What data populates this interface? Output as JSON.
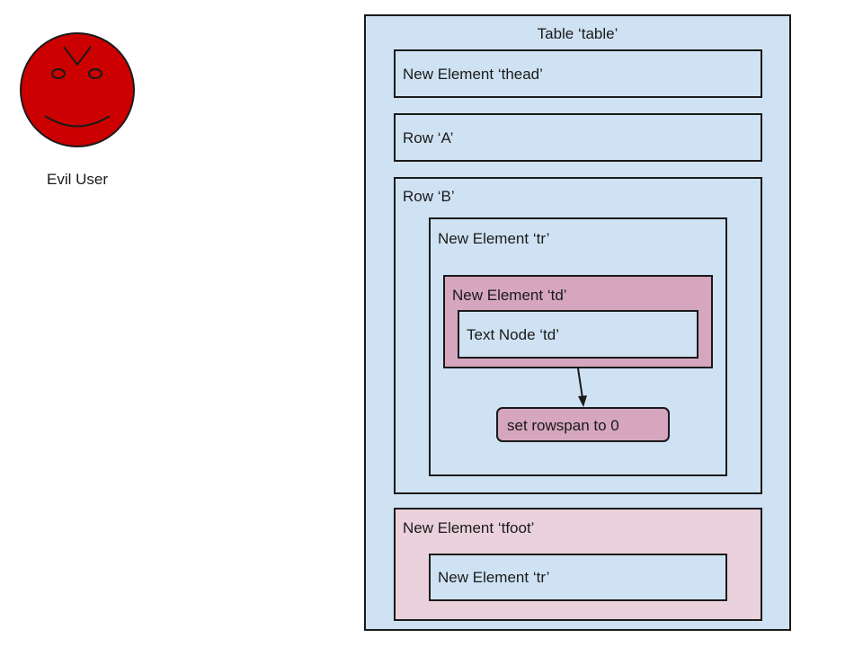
{
  "actor": {
    "name": "Evil User",
    "icon": "evil-face-icon",
    "face_color": "#cc0000"
  },
  "diagram": {
    "table_label": "Table ‘table’",
    "thead_label": "New Element ‘thead’",
    "row_a_label": "Row ‘A’",
    "row_b_label": "Row ‘B’",
    "tr_label": "New Element ‘tr’",
    "td_label": "New Element ‘td’",
    "text_node_label": "Text Node ‘td’",
    "action_label": "set rowspan to 0",
    "tfoot_label": "New Element ‘tfoot’",
    "tfoot_tr_label": "New Element ‘tr’",
    "colors": {
      "blue": "#cfe2f3",
      "pink": "#d5a6bd",
      "light_pink": "#ead1dc"
    }
  }
}
